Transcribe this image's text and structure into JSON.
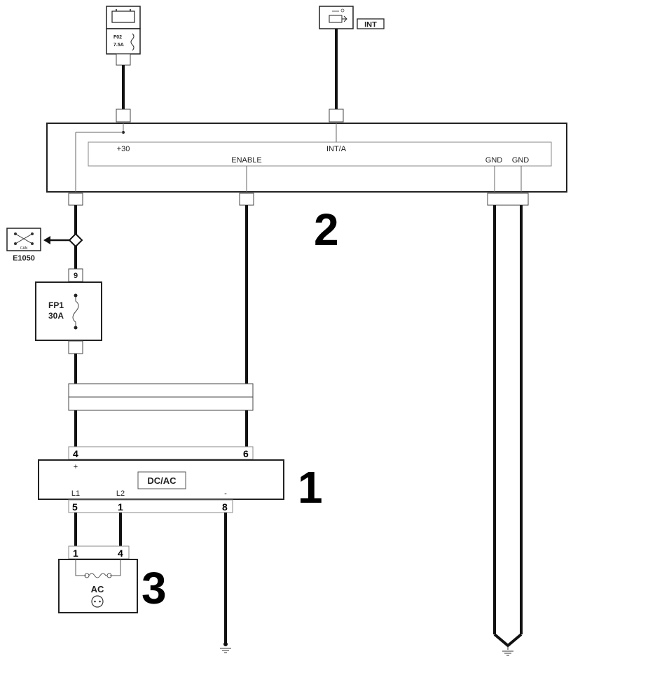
{
  "top_left_fuse": {
    "line1": "F02",
    "line2": "7.5A"
  },
  "top_right_switch": {
    "tag": "INT"
  },
  "module2": {
    "plus30": "+30",
    "enable": "ENABLE",
    "int_a": "INT/A",
    "gnd1": "GND",
    "gnd2": "GND",
    "callout": "2"
  },
  "connector_e": {
    "code": "E1050",
    "small": "CAN"
  },
  "fuse_fp1": {
    "pin": "9",
    "line1": "FP1",
    "line2": "30A"
  },
  "inverter": {
    "pin_plus": "4",
    "pin_enable": "6",
    "plus": "+",
    "label": "DC/AC",
    "l1": "L1",
    "l2": "L2",
    "minus": "-",
    "pin_l1": "5",
    "pin_l2": "1",
    "pin_gnd": "8",
    "callout": "1"
  },
  "socket": {
    "pin_a": "1",
    "pin_b": "4",
    "label": "AC",
    "callout": "3"
  }
}
